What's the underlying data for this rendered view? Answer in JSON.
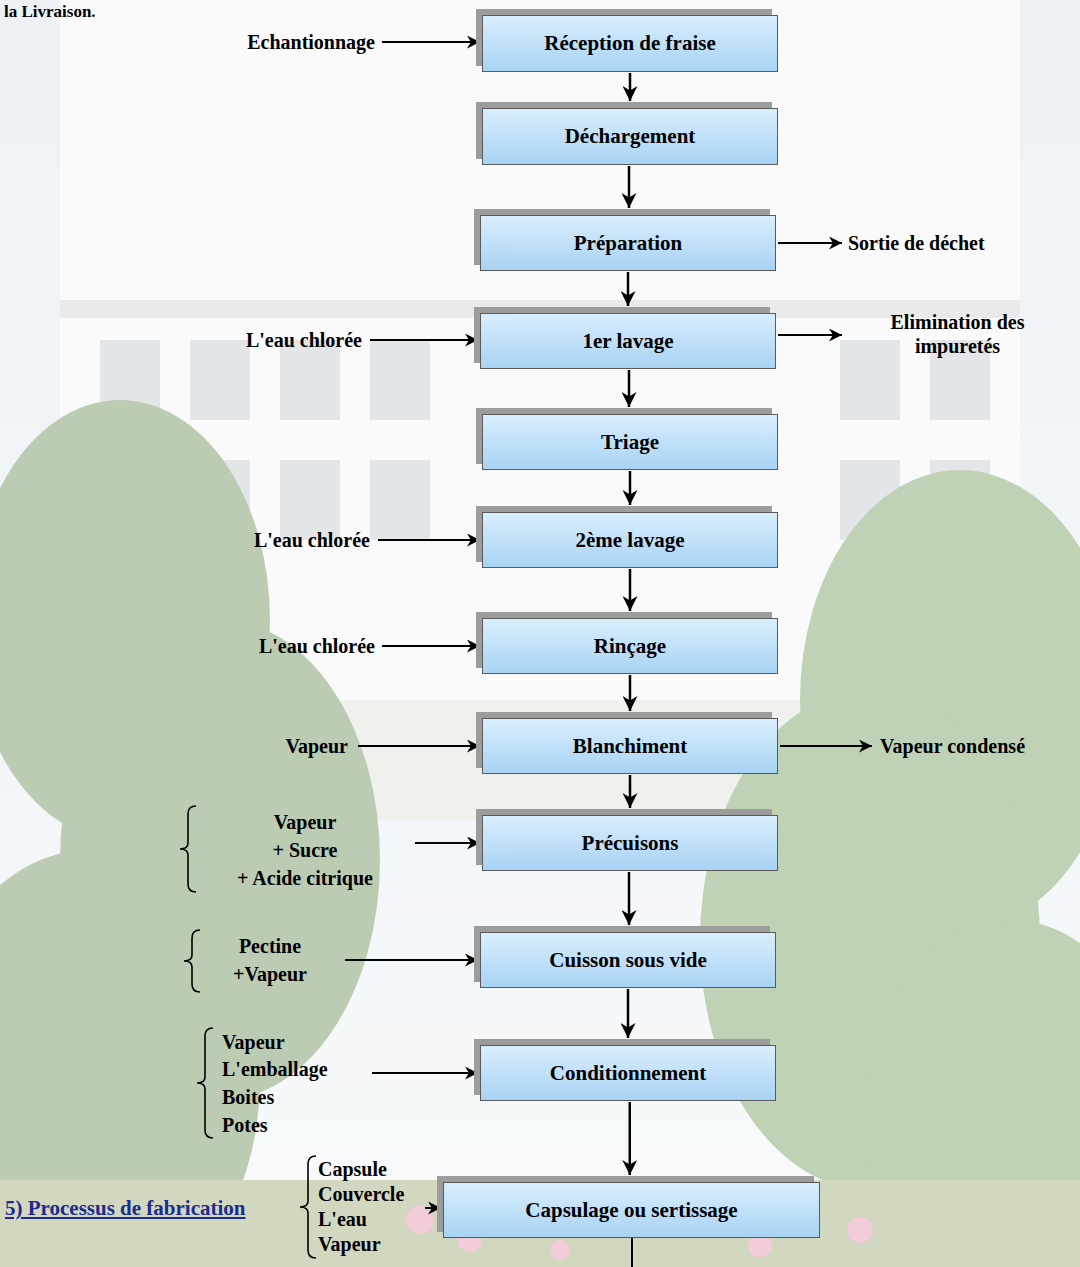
{
  "diagram": {
    "title": "5) Processus de fabrication",
    "nodes": [
      {
        "text": [
          "Réception de fraise"
        ]
      },
      {
        "text": [
          "Déchargement"
        ]
      },
      {
        "text": [
          "Préparation"
        ]
      },
      {
        "text": [
          "1er lavage"
        ]
      },
      {
        "text": [
          "Triage"
        ]
      },
      {
        "text": [
          "2ème lavage"
        ]
      },
      {
        "text": [
          "Rinçage"
        ]
      },
      {
        "text": [
          "Blanchiment"
        ]
      },
      {
        "text": [
          "Précuisons"
        ]
      },
      {
        "text": [
          "Cuisson sous vide"
        ]
      },
      {
        "text": [
          "Conditionnement"
        ]
      },
      {
        "text": [
          "Capsulage ou sertissage"
        ]
      }
    ],
    "edges": [
      {
        "from": 0,
        "to": 1,
        "arrow": "to"
      },
      {
        "from": 1,
        "to": 2,
        "arrow": "to"
      },
      {
        "from": 2,
        "to": 3,
        "arrow": "to"
      },
      {
        "from": 3,
        "to": 4,
        "arrow": "to"
      },
      {
        "from": 4,
        "to": 5,
        "arrow": "to"
      },
      {
        "from": 5,
        "to": 6,
        "arrow": "to"
      },
      {
        "from": 6,
        "to": 7,
        "arrow": "to"
      },
      {
        "from": 7,
        "to": 8,
        "arrow": "to"
      },
      {
        "from": 8,
        "to": 9,
        "arrow": "to"
      },
      {
        "from": 9,
        "to": 10,
        "arrow": "to"
      },
      {
        "from": 10,
        "to": 11,
        "arrow": "to"
      }
    ],
    "labels": [
      "la Livraison.",
      "Echantionnage",
      "Sortie de déchet",
      "L'eau chlorée",
      "Elimination des impuretés",
      "L'eau chlorée",
      "L'eau chlorée",
      "Vapeur",
      "Vapeur condensé",
      "Vapeur",
      "+ Sucre",
      "+ Acide citrique",
      "Pectine",
      "+Vapeur",
      "Vapeur",
      "L'emballage",
      "Boites",
      "Potes",
      "Capsule",
      "Couvercle",
      "L'eau",
      "Vapeur"
    ]
  }
}
